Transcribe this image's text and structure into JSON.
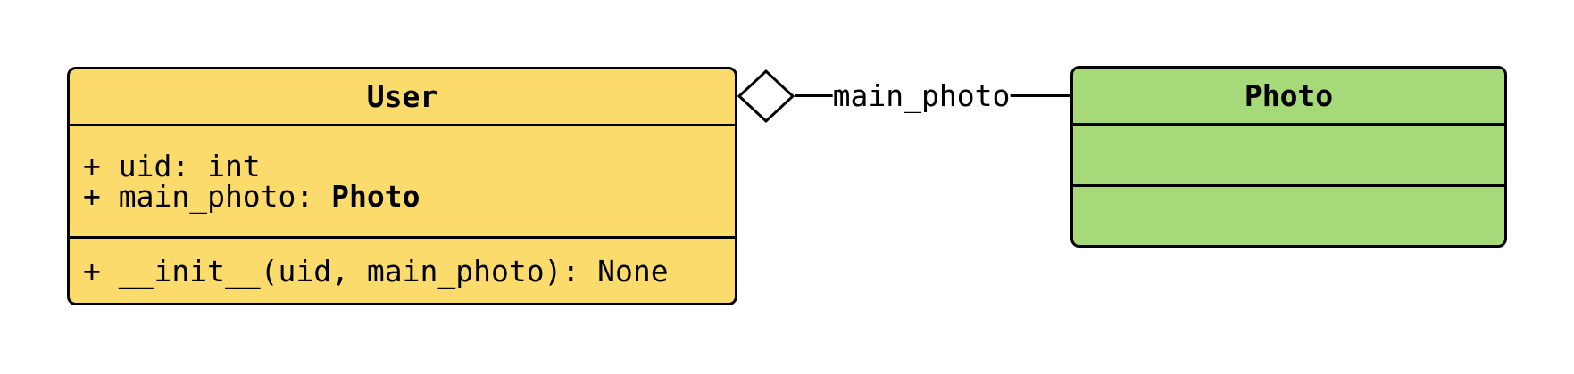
{
  "diagram": {
    "kind": "uml-class-diagram",
    "background": "#FFFFFF",
    "stroke": "#000000"
  },
  "user_class": {
    "title": "User",
    "fill": "#FBDB6C",
    "attributes": {
      "uid": "+ uid: int",
      "main_photo_prefix": "+ main_photo: ",
      "main_photo_type": "Photo"
    },
    "methods": {
      "init": "+ __init__(uid, main_photo): None"
    }
  },
  "photo_class": {
    "title": "Photo",
    "fill": "#A6DA78",
    "attributes": [],
    "methods": []
  },
  "edge": {
    "label": "main_photo",
    "type": "aggregation",
    "diamond_side": "User",
    "diamond_fill": "#FFFFFF"
  }
}
